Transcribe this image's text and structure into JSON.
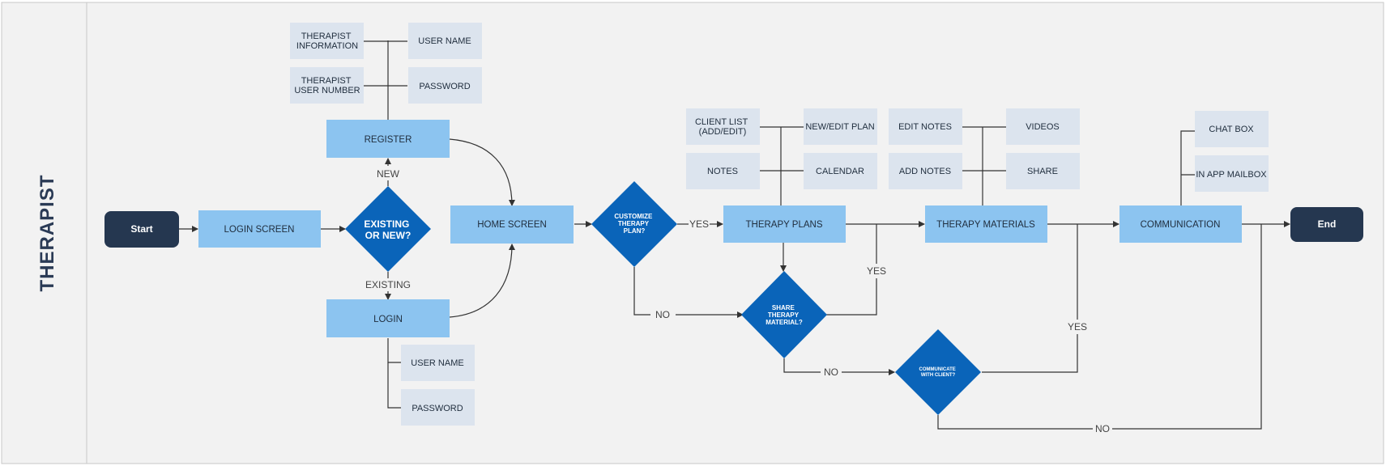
{
  "lane": {
    "title": "THERAPIST"
  },
  "terminals": {
    "start": "Start",
    "end": "End"
  },
  "boxes": {
    "login_screen": "LOGIN SCREEN",
    "register": "REGISTER",
    "login": "LOGIN",
    "home_screen": "HOME SCREEN",
    "therapy_plans": "THERAPY PLANS",
    "therapy_materials": "THERAPY MATERIALS",
    "communication": "COMMUNICATION"
  },
  "decisions": {
    "existing_or_new": [
      "EXISTING",
      "OR NEW?"
    ],
    "customize_plan": [
      "CUSTOMIZE",
      "THERAPY",
      "PLAN?"
    ],
    "share_material": [
      "SHARE",
      "THERAPY",
      "MATERIAL?"
    ],
    "communicate_client": [
      "COMMUNICATE",
      "WITH CLIENT?"
    ]
  },
  "register_fields": {
    "therapist_information": [
      "THERAPIST",
      "INFORMATION"
    ],
    "therapist_user_number": [
      "THERAPIST",
      "USER NUMBER"
    ],
    "user_name": "USER NAME",
    "password": "PASSWORD"
  },
  "login_fields": {
    "user_name": "USER NAME",
    "password": "PASSWORD"
  },
  "plan_fields": {
    "client_list": [
      "CLIENT LIST",
      "(ADD/EDIT)"
    ],
    "notes": "NOTES",
    "new_edit_plan": "NEW/EDIT PLAN",
    "calendar": "CALENDAR"
  },
  "material_fields": {
    "edit_notes": "EDIT NOTES",
    "add_notes": "ADD NOTES",
    "videos": "VIDEOS",
    "share": "SHARE"
  },
  "comm_fields": {
    "chat_box": "CHAT BOX",
    "in_app_mailbox": "IN APP MAILBOX"
  },
  "edges": {
    "new": "NEW",
    "existing": "EXISTING",
    "yes_customize": "YES",
    "no_customize": "NO",
    "yes_share": "YES",
    "no_share": "NO",
    "yes_communicate": "YES",
    "no_communicate": "NO"
  },
  "colors": {
    "box_fill": "#8cc4f0",
    "field_fill": "#dce4ee",
    "decision_fill": "#0a64b9",
    "terminal_fill": "#253750",
    "canvas": "#f2f2f2",
    "lane_header": "#f2f2f2"
  }
}
